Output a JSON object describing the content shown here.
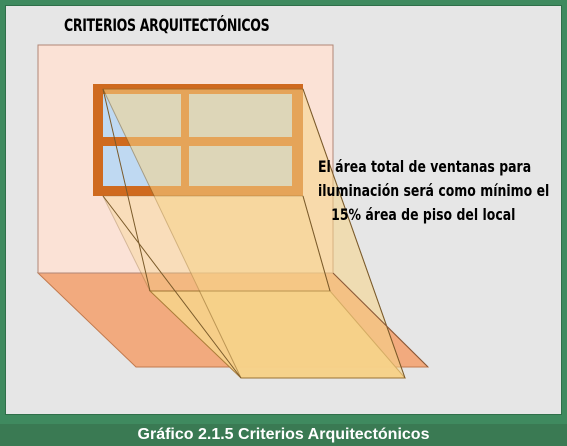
{
  "title": "CRITERIOS ARQUITECTÓNICOS",
  "note": [
    "El área total de ventanas para",
    "iluminación será como mínimo el",
    "15% área de piso del local"
  ],
  "caption": "Gráfico 2.1.5 Criterios Arquitectónicos",
  "colors": {
    "frame": "#3f8a5f",
    "background": "#e6e6e6",
    "wall": "#fbe2d6",
    "floor": "#f2aa7e",
    "window_frame": "#cf6a1f",
    "window_glass": "#bfd9f2",
    "light": "#f7d489"
  }
}
